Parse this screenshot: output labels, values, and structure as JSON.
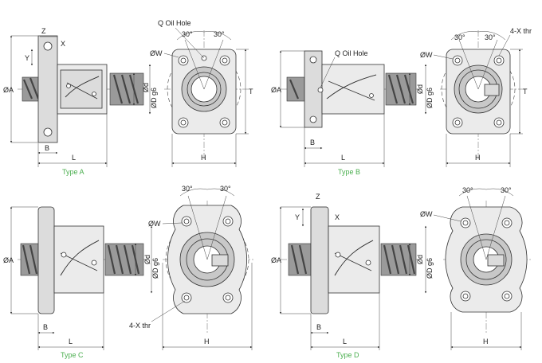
{
  "colors": {
    "caption": "#4caf50",
    "line": "#333333",
    "body_fill": "#dcdcdc",
    "shaft_fill": "#9a9a9a"
  },
  "labels": {
    "oil_hole": "Q Oil Hole",
    "angle": "30°",
    "phi_w": "ØW",
    "phi_a": "ØA",
    "phi_d": "Ød",
    "phi_D_g6": "ØD g6",
    "T": "T",
    "H": "H",
    "L": "L",
    "B": "B",
    "X": "X",
    "Y": "Y",
    "Z": "Z",
    "thread": "4-X thr"
  },
  "panels": [
    {
      "id": "type-a",
      "caption": "Type A"
    },
    {
      "id": "type-b",
      "caption": "Type B"
    },
    {
      "id": "type-c",
      "caption": "Type C"
    },
    {
      "id": "type-d",
      "caption": "Type D"
    }
  ]
}
